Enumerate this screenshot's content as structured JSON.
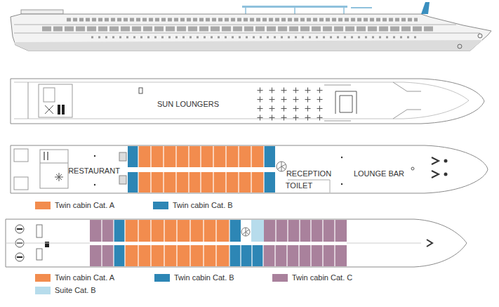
{
  "diagram": {
    "nodes": [
      {
        "text": [
          "SUN LOUNGERS"
        ]
      },
      {
        "text": [
          "RESTAURANT",
          "RECEPTION",
          "LOUNGE BAR",
          "TOILET"
        ]
      }
    ],
    "legend": [
      {
        "text": "Twin cabin Cat. A",
        "color": "#f28c4e"
      },
      {
        "text": "Twin cabin Cat. B",
        "color": "#2d86b5"
      },
      {
        "text": "Twin cabin Cat. A",
        "color": "#f28c4e"
      },
      {
        "text": "Twin cabin Cat. B",
        "color": "#2d86b5"
      },
      {
        "text": "Twin cabin Cat. C",
        "color": "#a9819c"
      },
      {
        "text": "Suite Cat. B",
        "color": "#b7dcec"
      }
    ]
  }
}
